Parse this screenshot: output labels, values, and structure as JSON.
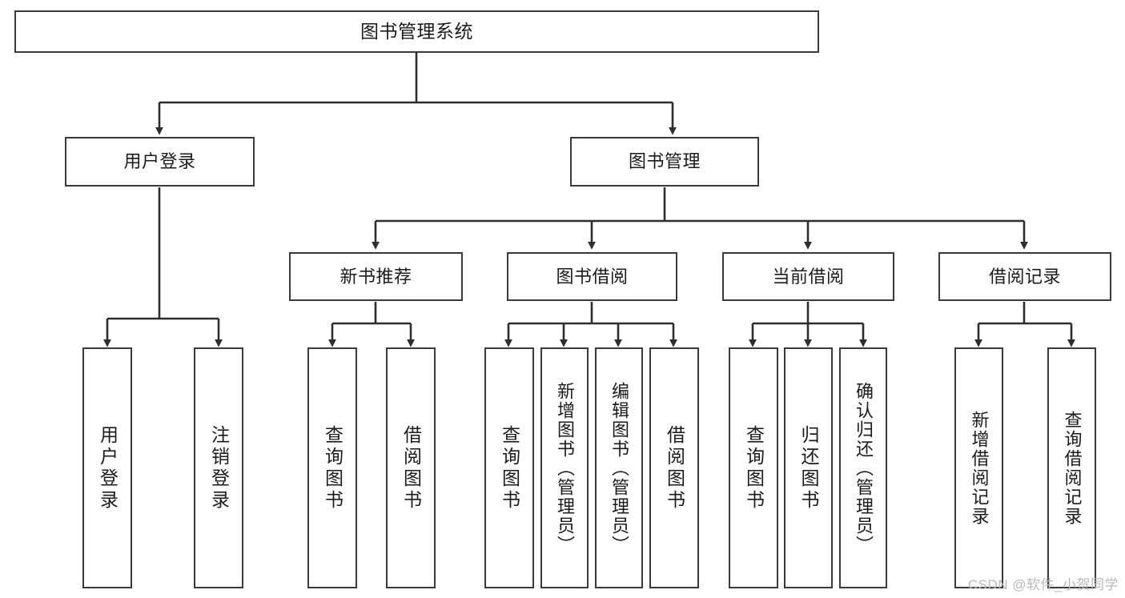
{
  "diagram": {
    "type": "tree",
    "title": "图书管理系统",
    "orientation": "top-down",
    "colors": {
      "box_border": "#3a3a3a",
      "box_fill": "#ffffff",
      "line": "#2e2e2e",
      "text": "#1b1b1b",
      "watermark": "#b9b9b9"
    },
    "root": {
      "label": "图书管理系统"
    },
    "level2": [
      {
        "label": "用户登录"
      },
      {
        "label": "图书管理"
      }
    ],
    "level3": [
      {
        "label": "新书推荐"
      },
      {
        "label": "图书借阅"
      },
      {
        "label": "当前借阅"
      },
      {
        "label": "借阅记录"
      }
    ],
    "leaves": {
      "user_login": [
        {
          "label": "用户登录"
        },
        {
          "label": "注销登录"
        }
      ],
      "new_book_recommend": [
        {
          "label": "查询图书"
        },
        {
          "label": "借阅图书"
        }
      ],
      "book_borrow": [
        {
          "label": "查询图书"
        },
        {
          "label": "新增图书（管理员）"
        },
        {
          "label": "编辑图书（管理员）"
        },
        {
          "label": "借阅图书"
        }
      ],
      "current_borrow": [
        {
          "label": "查询图书"
        },
        {
          "label": "归还图书"
        },
        {
          "label": "确认归还（管理员）"
        }
      ],
      "borrow_record": [
        {
          "label": "新增借阅记录"
        },
        {
          "label": "查询借阅记录"
        }
      ]
    }
  },
  "watermark": {
    "text": "CSDN @软件_小贺同学"
  }
}
